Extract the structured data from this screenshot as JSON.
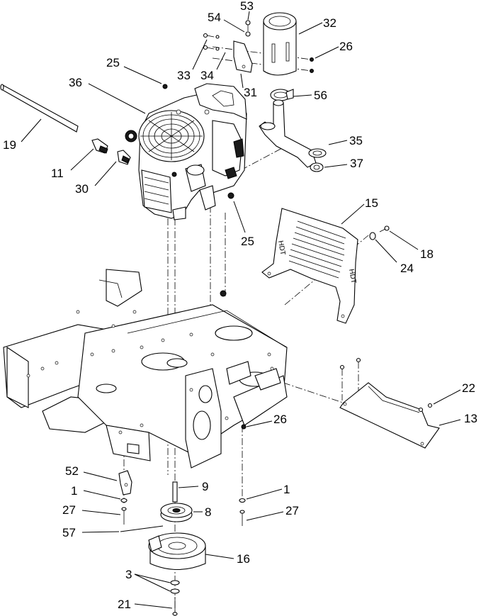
{
  "callouts": [
    {
      "id": "c53",
      "text": "53"
    },
    {
      "id": "c54",
      "text": "54"
    },
    {
      "id": "c32",
      "text": "32"
    },
    {
      "id": "c26a",
      "text": "26"
    },
    {
      "id": "c25a",
      "text": "25"
    },
    {
      "id": "c33",
      "text": "33"
    },
    {
      "id": "c34",
      "text": "34"
    },
    {
      "id": "c31",
      "text": "31"
    },
    {
      "id": "c36",
      "text": "36"
    },
    {
      "id": "c56",
      "text": "56"
    },
    {
      "id": "c19",
      "text": "19"
    },
    {
      "id": "c35",
      "text": "35"
    },
    {
      "id": "c11",
      "text": "11"
    },
    {
      "id": "c37",
      "text": "37"
    },
    {
      "id": "c30",
      "text": "30"
    },
    {
      "id": "c15",
      "text": "15"
    },
    {
      "id": "c25b",
      "text": "25"
    },
    {
      "id": "c18",
      "text": "18"
    },
    {
      "id": "c24",
      "text": "24"
    },
    {
      "id": "c22",
      "text": "22"
    },
    {
      "id": "c13",
      "text": "13"
    },
    {
      "id": "c26b",
      "text": "26"
    },
    {
      "id": "c52",
      "text": "52"
    },
    {
      "id": "c9",
      "text": "9"
    },
    {
      "id": "c1a",
      "text": "1"
    },
    {
      "id": "c1b",
      "text": "1"
    },
    {
      "id": "c27a",
      "text": "27"
    },
    {
      "id": "c8",
      "text": "8"
    },
    {
      "id": "c27b",
      "text": "27"
    },
    {
      "id": "c57",
      "text": "57"
    },
    {
      "id": "c16",
      "text": "16"
    },
    {
      "id": "c3",
      "text": "3"
    },
    {
      "id": "c21",
      "text": "21"
    }
  ],
  "guard_lettering": {
    "left": "HDT",
    "right": "HDT"
  }
}
